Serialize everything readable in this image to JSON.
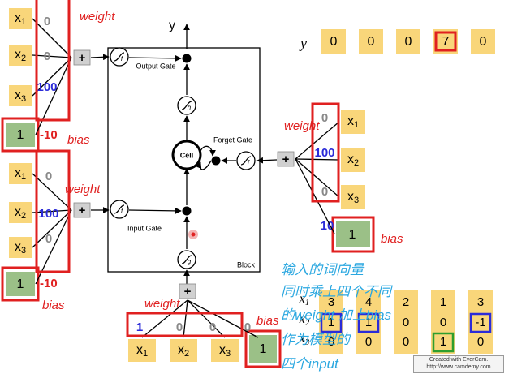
{
  "colors": {
    "input_box": "#f9d67a",
    "bias_box": "#9bc087",
    "highlight": "#e02020",
    "blue_box": "#2b2bd8",
    "green_box": "#2e9e2e",
    "gate": "#ffffff",
    "note": "#2aa7e0"
  },
  "diagram": {
    "output_label": "y",
    "block_label": "Block",
    "cell_label": "Cell",
    "gates": {
      "output": "Output Gate",
      "forget": "Forget Gate",
      "input": "Input Gate"
    },
    "gate_glyphs": {
      "f": "f",
      "h": "h",
      "g": "g"
    },
    "plus": "+",
    "inputs": {
      "output_gate": {
        "x": [
          "x1",
          "x2",
          "x3"
        ],
        "weights": [
          "0",
          "0",
          "100"
        ],
        "bias_value": "1",
        "bias_weight": "-10"
      },
      "input_gate": {
        "x": [
          "x1",
          "x2",
          "x3"
        ],
        "weights": [
          "0",
          "100",
          "0"
        ],
        "bias_value": "1",
        "bias_weight": "-10"
      },
      "forget_gate": {
        "x": [
          "x1",
          "x2",
          "x3"
        ],
        "weights": [
          "0",
          "100",
          "0"
        ],
        "bias_value": "1",
        "bias_weight": "10"
      },
      "cell_input": {
        "x": [
          "x1",
          "x2",
          "x3"
        ],
        "weights": [
          "1",
          "0",
          "0",
          "0"
        ],
        "bias_value": "1"
      }
    }
  },
  "labels": {
    "weight": "weight",
    "bias": "bias"
  },
  "y_sequence": {
    "label": "y",
    "values": [
      "0",
      "0",
      "0",
      "7",
      "0"
    ]
  },
  "input_sequence": {
    "row_labels": [
      "x1",
      "x2",
      "x3"
    ],
    "columns": [
      [
        "3",
        "1",
        "0"
      ],
      [
        "4",
        "1",
        "0"
      ],
      [
        "2",
        "0",
        "0"
      ],
      [
        "1",
        "0",
        "1"
      ],
      [
        "3",
        "-1",
        "0"
      ]
    ]
  },
  "notes": [
    "输入的词向量",
    "同时乘上四个不同",
    "的weight 加上bias",
    "作为模型的",
    "四个input"
  ],
  "watermark": {
    "line1": "Created with EverCam.",
    "line2": "http://www.camdemy.com"
  }
}
